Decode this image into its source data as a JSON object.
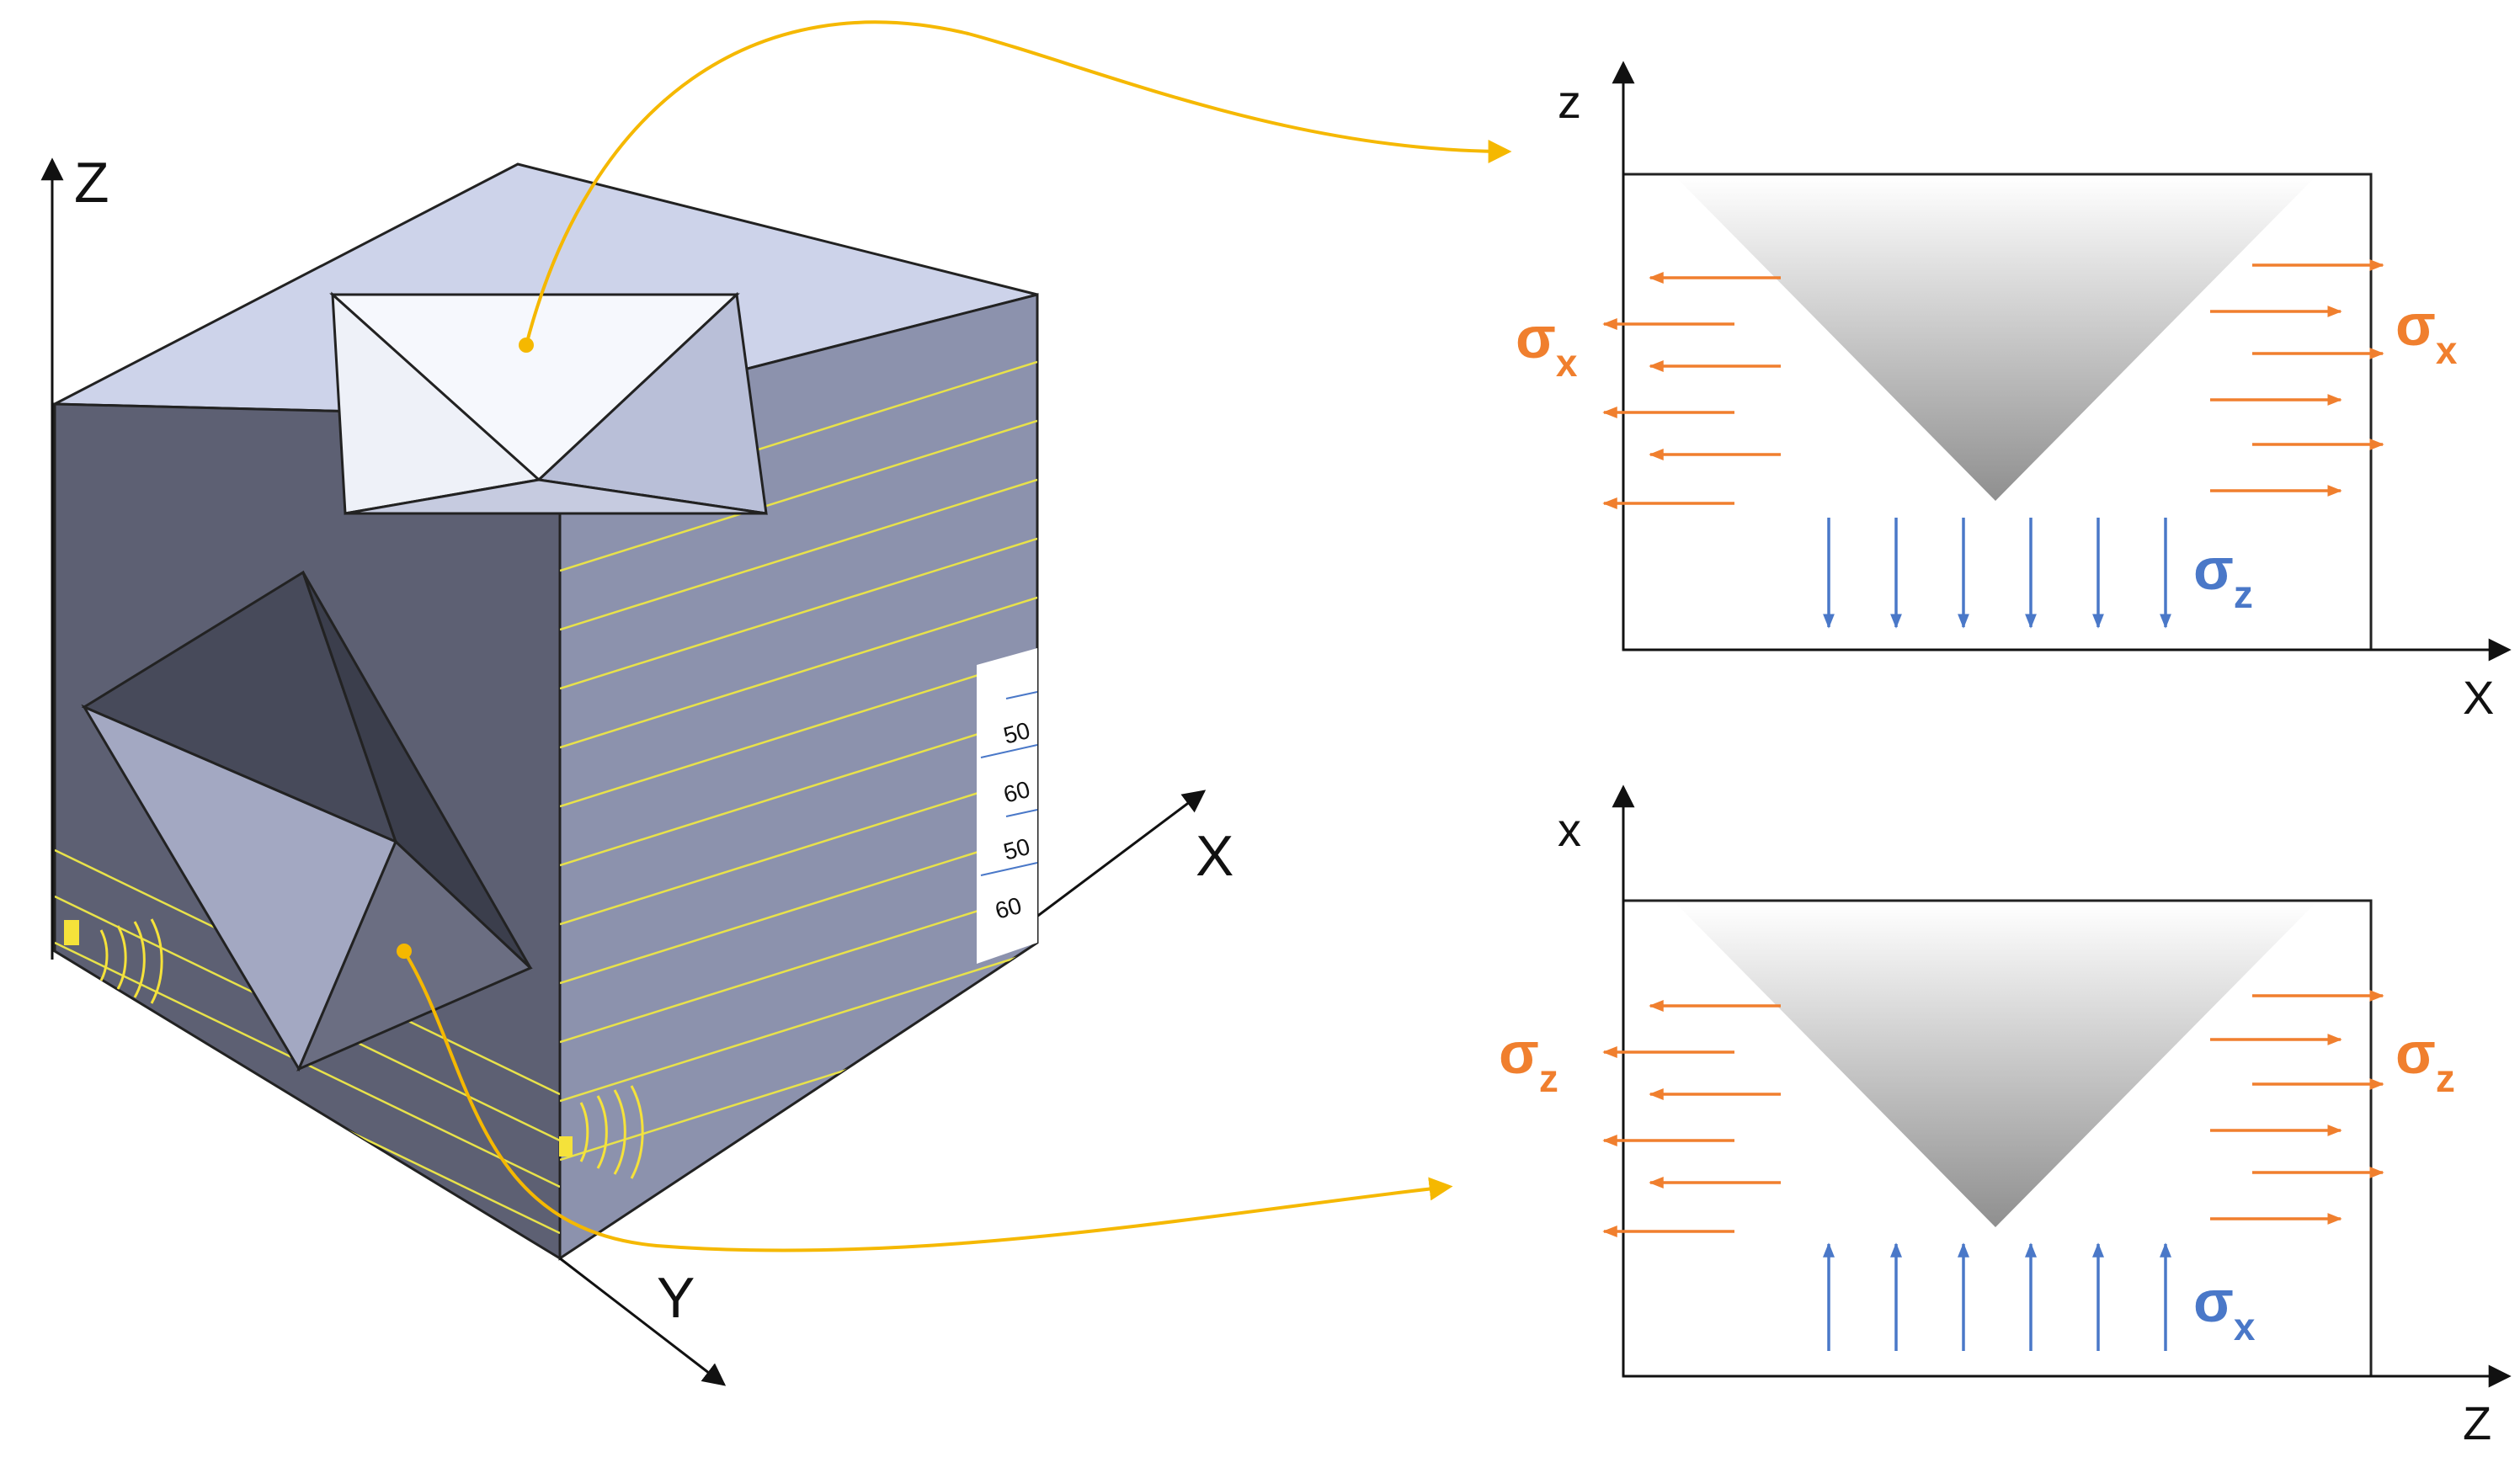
{
  "cube": {
    "axes": {
      "z": "Z",
      "x": "X",
      "y": "Y"
    },
    "layer_labels": [
      "50",
      "60",
      "50",
      "60"
    ]
  },
  "panel_top": {
    "axis_vertical": "z",
    "axis_horizontal": "X",
    "side_left": {
      "symbol": "σ",
      "subscript": "x"
    },
    "side_right": {
      "symbol": "σ",
      "subscript": "x"
    },
    "bottom": {
      "symbol": "σ",
      "subscript": "z"
    }
  },
  "panel_bottom": {
    "axis_vertical": "x",
    "axis_horizontal": "Z",
    "side_left": {
      "symbol": "σ",
      "subscript": "z"
    },
    "side_right": {
      "symbol": "σ",
      "subscript": "z"
    },
    "bottom": {
      "symbol": "σ",
      "subscript": "x"
    }
  },
  "colors": {
    "tensile_arrows": "#f07f2e",
    "compressive_arrows": "#4a78c8",
    "connector": "#f5b800",
    "layer_lines": "#e8e24a",
    "cube_top": "#cdd3ea",
    "cube_front": "#5d6073",
    "cube_right": "#8c92ad"
  }
}
